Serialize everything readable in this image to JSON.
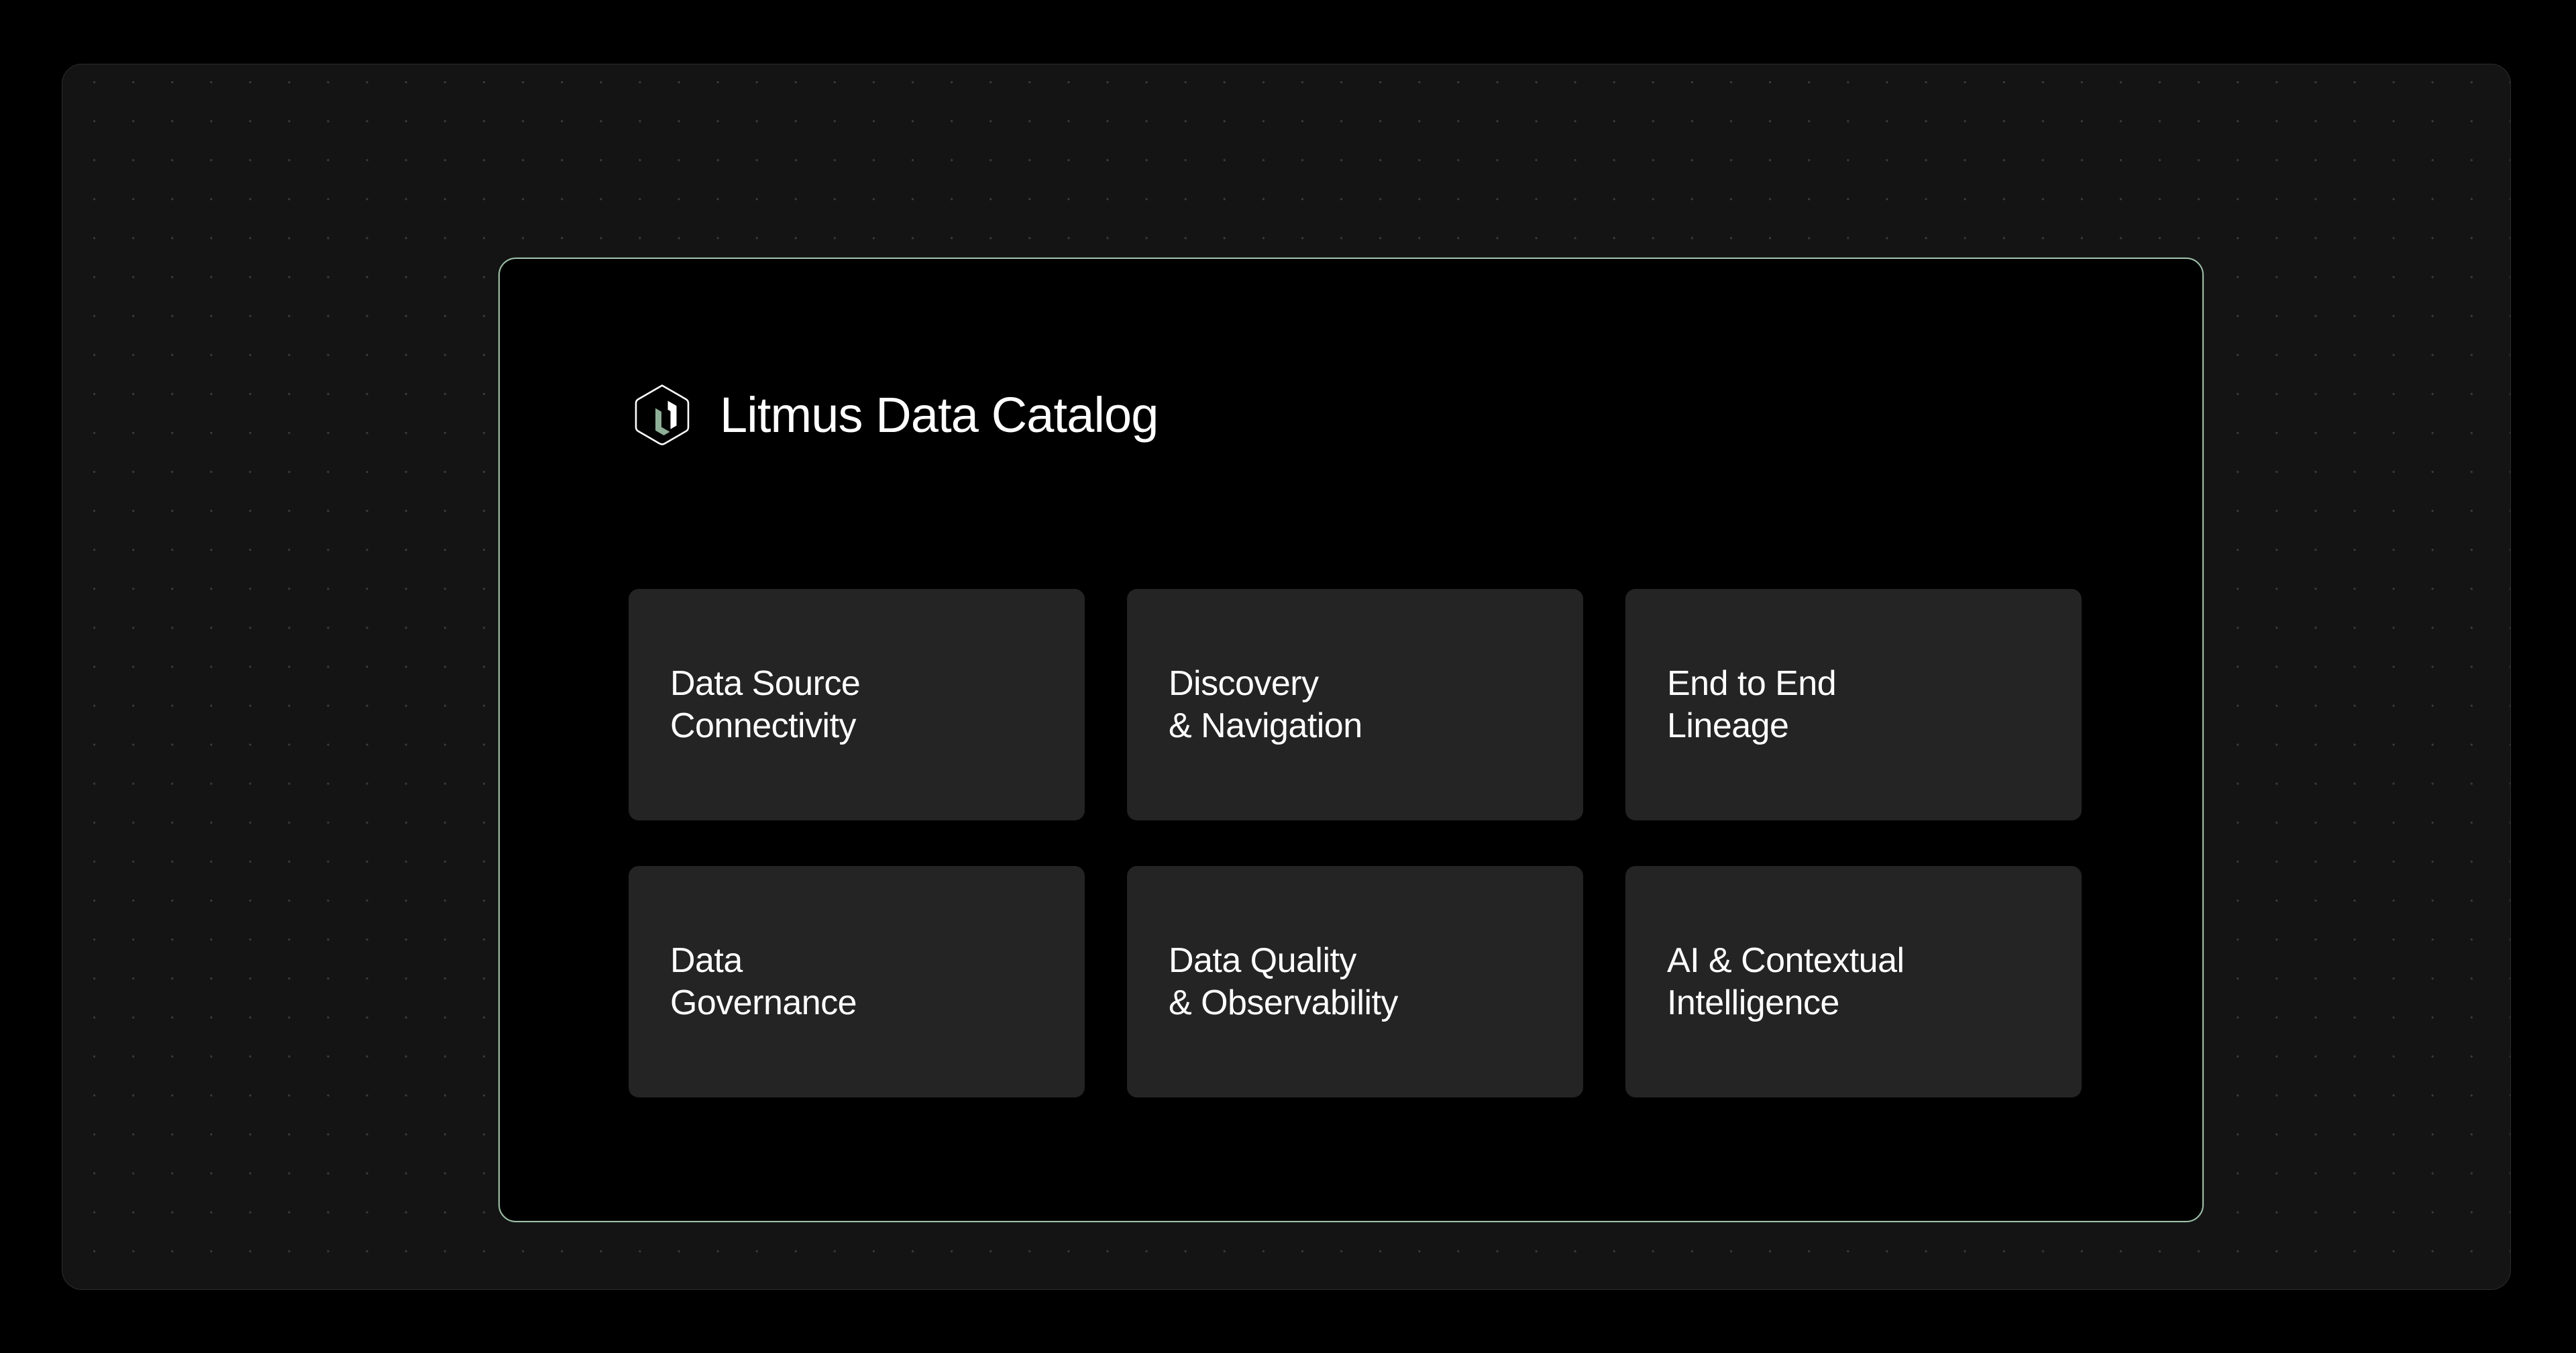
{
  "colors": {
    "page_background": "#000000",
    "frame_background": "#141414",
    "frame_border": "#2b2b2b",
    "grid_dot": "#3b3b3b",
    "panel_background": "#000000",
    "panel_accent_border": "#9dbfa8",
    "card_background": "#242424",
    "text_primary": "#ffffff",
    "logo_accent": "#8eae98"
  },
  "brand": {
    "logo_icon": "litmus-hexagon-logo-icon",
    "title": "Litmus Data Catalog"
  },
  "features": [
    {
      "label": "Data Source\nConnectivity",
      "name": "data-source-connectivity"
    },
    {
      "label": "Discovery\n& Navigation",
      "name": "discovery-and-navigation"
    },
    {
      "label": "End to End\nLineage",
      "name": "end-to-end-lineage"
    },
    {
      "label": "Data\nGovernance",
      "name": "data-governance"
    },
    {
      "label": "Data Quality\n& Observability",
      "name": "data-quality-and-observability"
    },
    {
      "label": "AI & Contextual\nIntelligence",
      "name": "ai-and-contextual-intelligence"
    }
  ]
}
